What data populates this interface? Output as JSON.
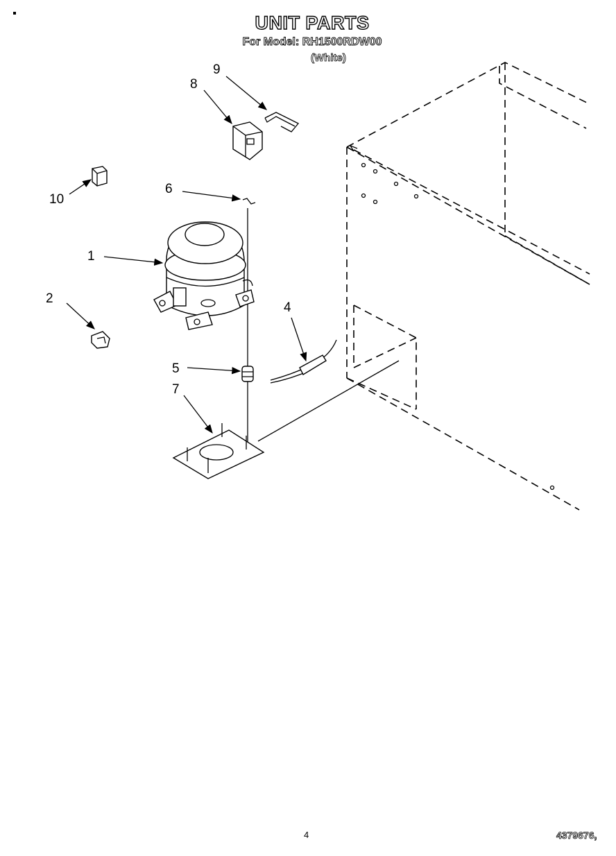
{
  "header": {
    "title": "UNIT PARTS",
    "subtitle": "For Model: RH1500RDW00",
    "variant": "(White)"
  },
  "callouts": [
    {
      "id": "1",
      "label": "1"
    },
    {
      "id": "2",
      "label": "2"
    },
    {
      "id": "4",
      "label": "4"
    },
    {
      "id": "5",
      "label": "5"
    },
    {
      "id": "6",
      "label": "6"
    },
    {
      "id": "7",
      "label": "7"
    },
    {
      "id": "8",
      "label": "8"
    },
    {
      "id": "9",
      "label": "9"
    },
    {
      "id": "10",
      "label": "10"
    }
  ],
  "footer": {
    "page_number": "4",
    "document_number": "4379676,"
  }
}
